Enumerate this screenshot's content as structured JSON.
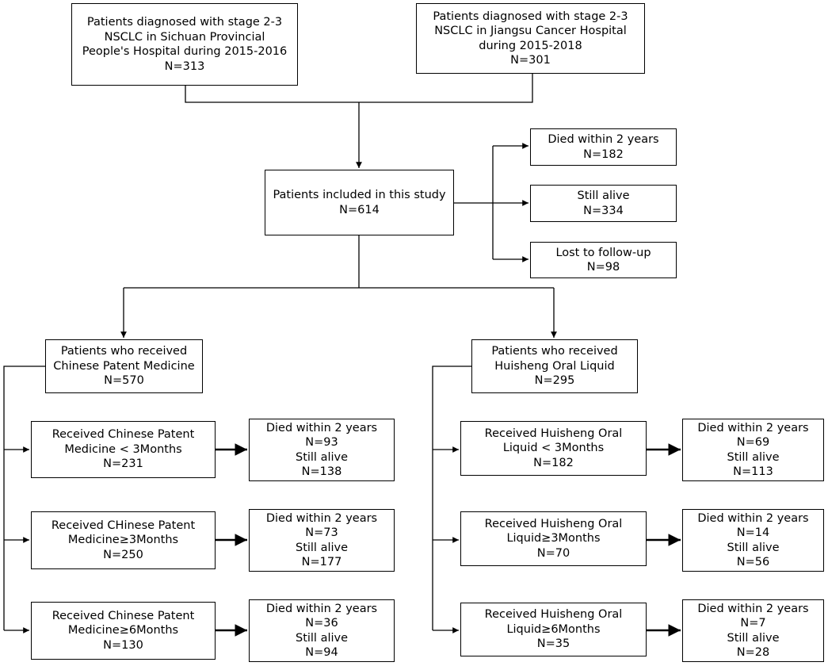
{
  "boxes": {
    "source_sichuan": [
      "Patients diagnosed with stage 2-3",
      "NSCLC in Sichuan Provincial",
      "People's Hospital during 2015-2016",
      "N=313"
    ],
    "source_jiangsu": [
      "Patients diagnosed with stage 2-3",
      "NSCLC in Jiangsu Cancer Hospital",
      "during 2015-2018",
      "N=301"
    ],
    "included": [
      "Patients included in this study",
      "N=614"
    ],
    "died_2y": [
      "Died within 2 years",
      "N=182"
    ],
    "still_alive": [
      "Still alive",
      "N=334"
    ],
    "lost_followup": [
      "Lost to follow-up",
      "N=98"
    ],
    "cpm_group": [
      "Patients who received",
      "Chinese Patent Medicine",
      "N=570"
    ],
    "hol_group": [
      "Patients who received",
      "Huisheng Oral Liquid",
      "N=295"
    ],
    "cpm_lt3": [
      "Received Chinese Patent",
      "Medicine < 3Months",
      "N=231"
    ],
    "cpm_ge3": [
      "Received CHinese Patent",
      "Medicine≥3Months",
      "N=250"
    ],
    "cpm_ge6": [
      "Received Chinese Patent",
      "Medicine≥6Months",
      "N=130"
    ],
    "cpm_lt3_out": [
      "Died within 2 years",
      "N=93",
      "Still alive",
      "N=138"
    ],
    "cpm_ge3_out": [
      "Died within 2 years",
      "N=73",
      "Still alive",
      "N=177"
    ],
    "cpm_ge6_out": [
      "Died within 2 years",
      "N=36",
      "Still alive",
      "N=94"
    ],
    "hol_lt3": [
      "Received Huisheng Oral",
      "Liquid < 3Months",
      "N=182"
    ],
    "hol_ge3": [
      "Received Huisheng Oral",
      "Liquid≥3Months",
      "N=70"
    ],
    "hol_ge6": [
      "Received Huisheng Oral",
      "Liquid≥6Months",
      "N=35"
    ],
    "hol_lt3_out": [
      "Died within 2 years",
      "N=69",
      "Still alive",
      "N=113"
    ],
    "hol_ge3_out": [
      "Died within 2 years",
      "N=14",
      "Still alive",
      "N=56"
    ],
    "hol_ge6_out": [
      "Died within 2 years",
      "N=7",
      "Still alive",
      "N=28"
    ]
  }
}
